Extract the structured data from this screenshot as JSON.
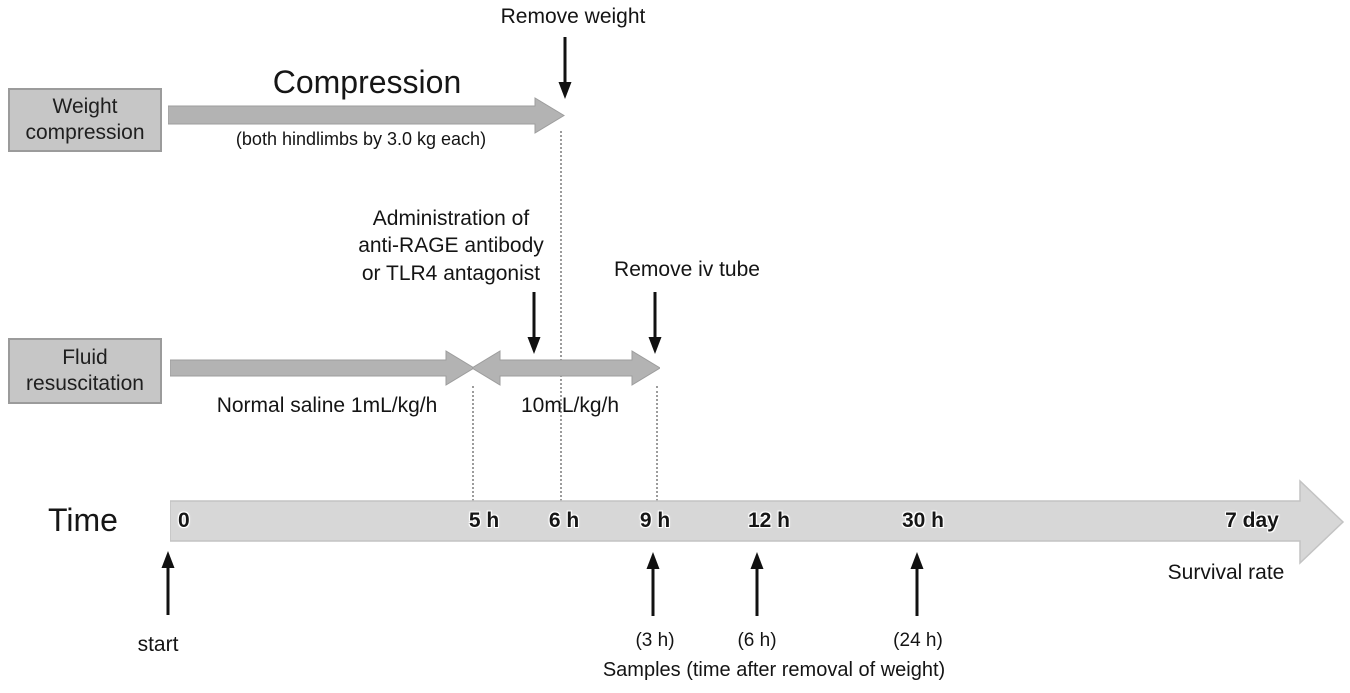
{
  "weight_section": {
    "box_label": "Weight\ncompression",
    "title": "Compression",
    "subtitle": "(both hindlimbs  by 3.0 kg each)",
    "remove_weight": "Remove weight"
  },
  "fluid_section": {
    "box_label": "Fluid\nresuscitation",
    "admin_label": "Administration of\nanti-RAGE antibody\nor TLR4 antagonist",
    "remove_iv": "Remove iv tube",
    "rate1": "Normal saline 1mL/kg/h",
    "rate2": "10mL/kg/h"
  },
  "timeline": {
    "axis_label": "Time",
    "ticks": [
      "0",
      "5 h",
      "6 h",
      "9 h",
      "12 h",
      "30 h",
      "7 day"
    ],
    "survival": "Survival rate",
    "start": "start"
  },
  "samples": {
    "times": [
      "(3 h)",
      "(6 h)",
      "(24 h)"
    ],
    "caption": "Samples (time after removal of weight)"
  },
  "colors": {
    "box_fill": "#c6c6c6",
    "box_border": "#9b9b9b",
    "arrow_fill": "#b3b3b3",
    "arrow_edge": "#9d9d9d",
    "timebar_fill": "#d7d7d7",
    "timebar_edge": "#c3c3c3",
    "dotted_line": "#9c9c9c",
    "text": "#141414"
  }
}
